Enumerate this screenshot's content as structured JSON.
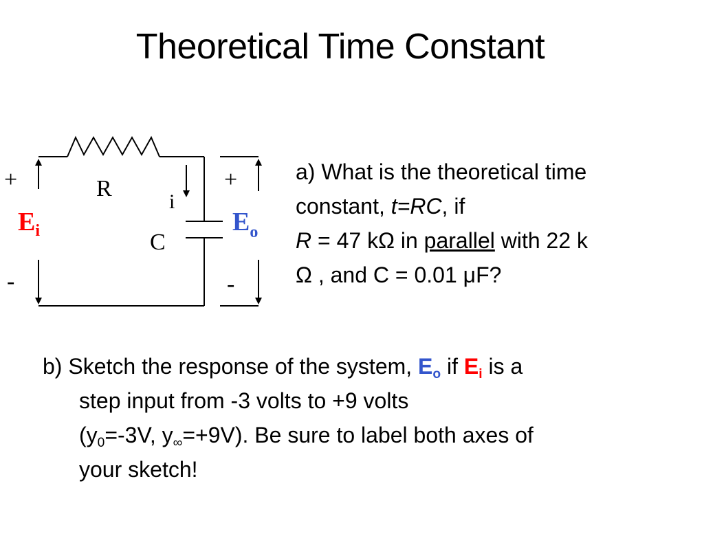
{
  "title": "Theoretical Time Constant",
  "circuit": {
    "plus_left": "+",
    "minus_left": "-",
    "input_label": "E",
    "input_sub": "i",
    "resistor_label": "R",
    "current_label": "i",
    "capacitor_label": "C",
    "plus_right": "+",
    "minus_right": "-",
    "output_label": "E",
    "output_sub": "o",
    "input_color": "#ff0000",
    "output_color": "#3355cc"
  },
  "question_a": {
    "line1": "a) What is the theoretical time",
    "line2_prefix": "constant, ",
    "line2_formula": "t=RC",
    "line2_suffix": ", if",
    "line3_prefix_R": "R",
    "line3_middle": " = 47 kΩ in ",
    "line3_underlined": "parallel",
    "line3_suffix": " with 22 k",
    "line4": "Ω , and C = 0.01 μF?"
  },
  "question_b": {
    "line1_prefix": "b) Sketch the response of the system, ",
    "line1_output": "E",
    "line1_output_sub": "o",
    "line1_middle": " if ",
    "line1_input": "E",
    "line1_input_sub": "i",
    "line1_suffix": " is a",
    "line2": "step input from -3 volts to +9 volts",
    "line3_prefix": "(y",
    "line3_sub0": "0",
    "line3_mid": "=-3V, y",
    "line3_subinf": "∞",
    "line3_suffix": "=+9V). Be sure to label both axes of",
    "line4": "your sketch!"
  }
}
